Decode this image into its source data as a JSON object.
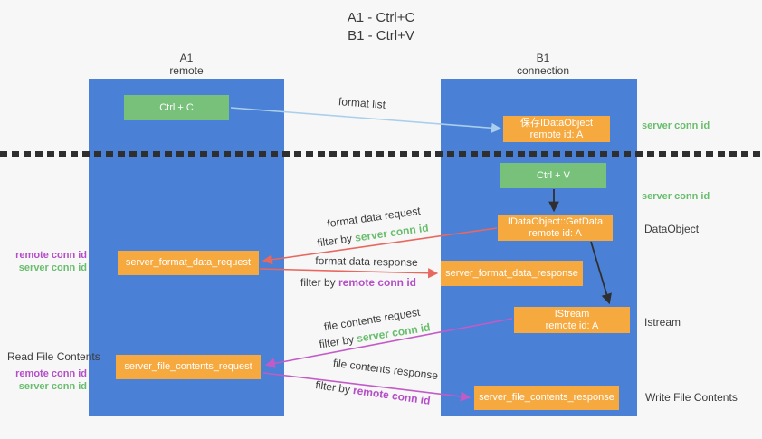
{
  "title": {
    "line1": "A1 - Ctrl+C",
    "line2": "B1 - Ctrl+V"
  },
  "columns": {
    "left": {
      "name": "A1",
      "subtitle": "remote"
    },
    "right": {
      "name": "B1",
      "subtitle": "connection"
    }
  },
  "boxes": {
    "ctrl_c": "Ctrl + C",
    "ctrl_v": "Ctrl + V",
    "save_idataobject": {
      "line1": "保存IDataObject",
      "line2": "remote id: A"
    },
    "idataobject_getdata": {
      "line1": "IDataObject::GetData",
      "line2": "remote id: A"
    },
    "istream": {
      "line1": "IStream",
      "line2": "remote id: A"
    },
    "server_format_data_request": "server_format_data_request",
    "server_format_data_response": "server_format_data_response",
    "server_file_contents_request": "server_file_contents_request",
    "server_file_contents_response": "server_file_contents_response"
  },
  "flow_labels": {
    "format_list": "format list",
    "format_data_request": "format data request",
    "format_data_response": "format data response",
    "file_contents_request": "file contents request",
    "file_contents_response": "file contents response",
    "filter_by": "filter by ",
    "server_conn_id": "server conn id",
    "remote_conn_id": "remote conn id"
  },
  "side_labels": {
    "server_conn_id_top": "server conn id",
    "server_conn_id_mid": "server conn id",
    "dataobject": "DataObject",
    "istream": "Istream",
    "write_file_contents": "Write File Contents",
    "read_file_contents": "Read File Contents",
    "remote_conn_id": "remote conn id",
    "server_conn_id": "server conn id"
  },
  "colors": {
    "column_blue": "#4a80d5",
    "box_green": "#77c17b",
    "box_orange": "#f6a93f",
    "arrow_blue": "#a9cfec",
    "arrow_red": "#e8685f",
    "arrow_magenta": "#c45ac8",
    "arrow_black": "#2f2f2f",
    "text_green": "#69bd6d",
    "text_purple": "#b44ec6"
  }
}
